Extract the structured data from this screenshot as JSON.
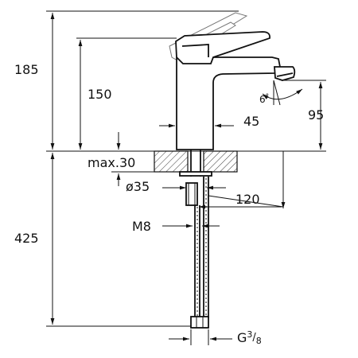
{
  "dimensions": {
    "height_total": "185",
    "height_spout": "150",
    "spout_reach": "45",
    "spout_height": "95",
    "handle_angle_num": "6",
    "handle_angle_sup": "°",
    "deck_max": "max.30",
    "hole_dia": "ø35",
    "hose_length_offset": "120",
    "bolt": "M8",
    "lower_length": "425",
    "connector_G": "G",
    "connector_num": "3",
    "connector_den": "8"
  },
  "colors": {
    "stroke": "#111111",
    "ghost": "#777777",
    "background": "#ffffff"
  }
}
